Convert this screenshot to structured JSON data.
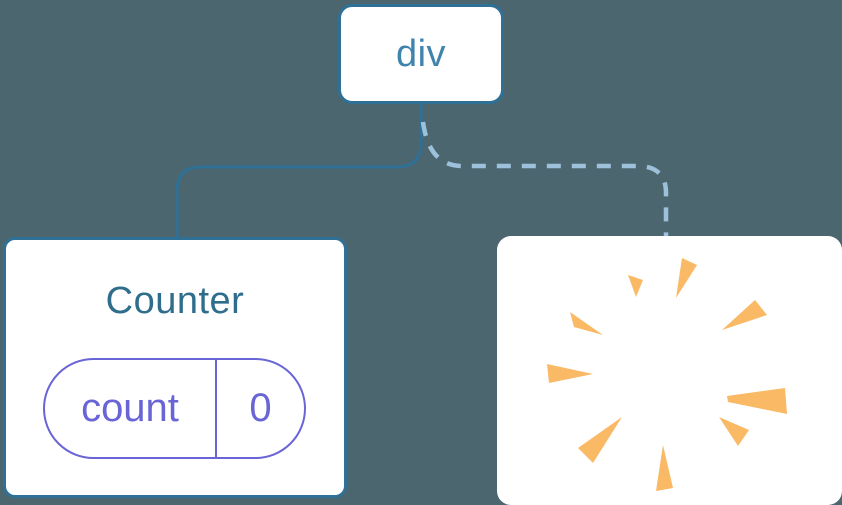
{
  "scene": {
    "background_color": "#4C6670",
    "accent_blue": "#2E7096",
    "dashed_blue": "#9EC1DB",
    "purple": "#6965D6",
    "orange": "#F9B965",
    "root_text_color": "#4084AE",
    "title_text_color": "#2F6D8D"
  },
  "tree": {
    "root": {
      "label": "div"
    },
    "counter": {
      "title": "Counter",
      "state": {
        "key": "count",
        "value": "0"
      }
    },
    "removed": {
      "icon": "poof-explosion-icon"
    }
  }
}
